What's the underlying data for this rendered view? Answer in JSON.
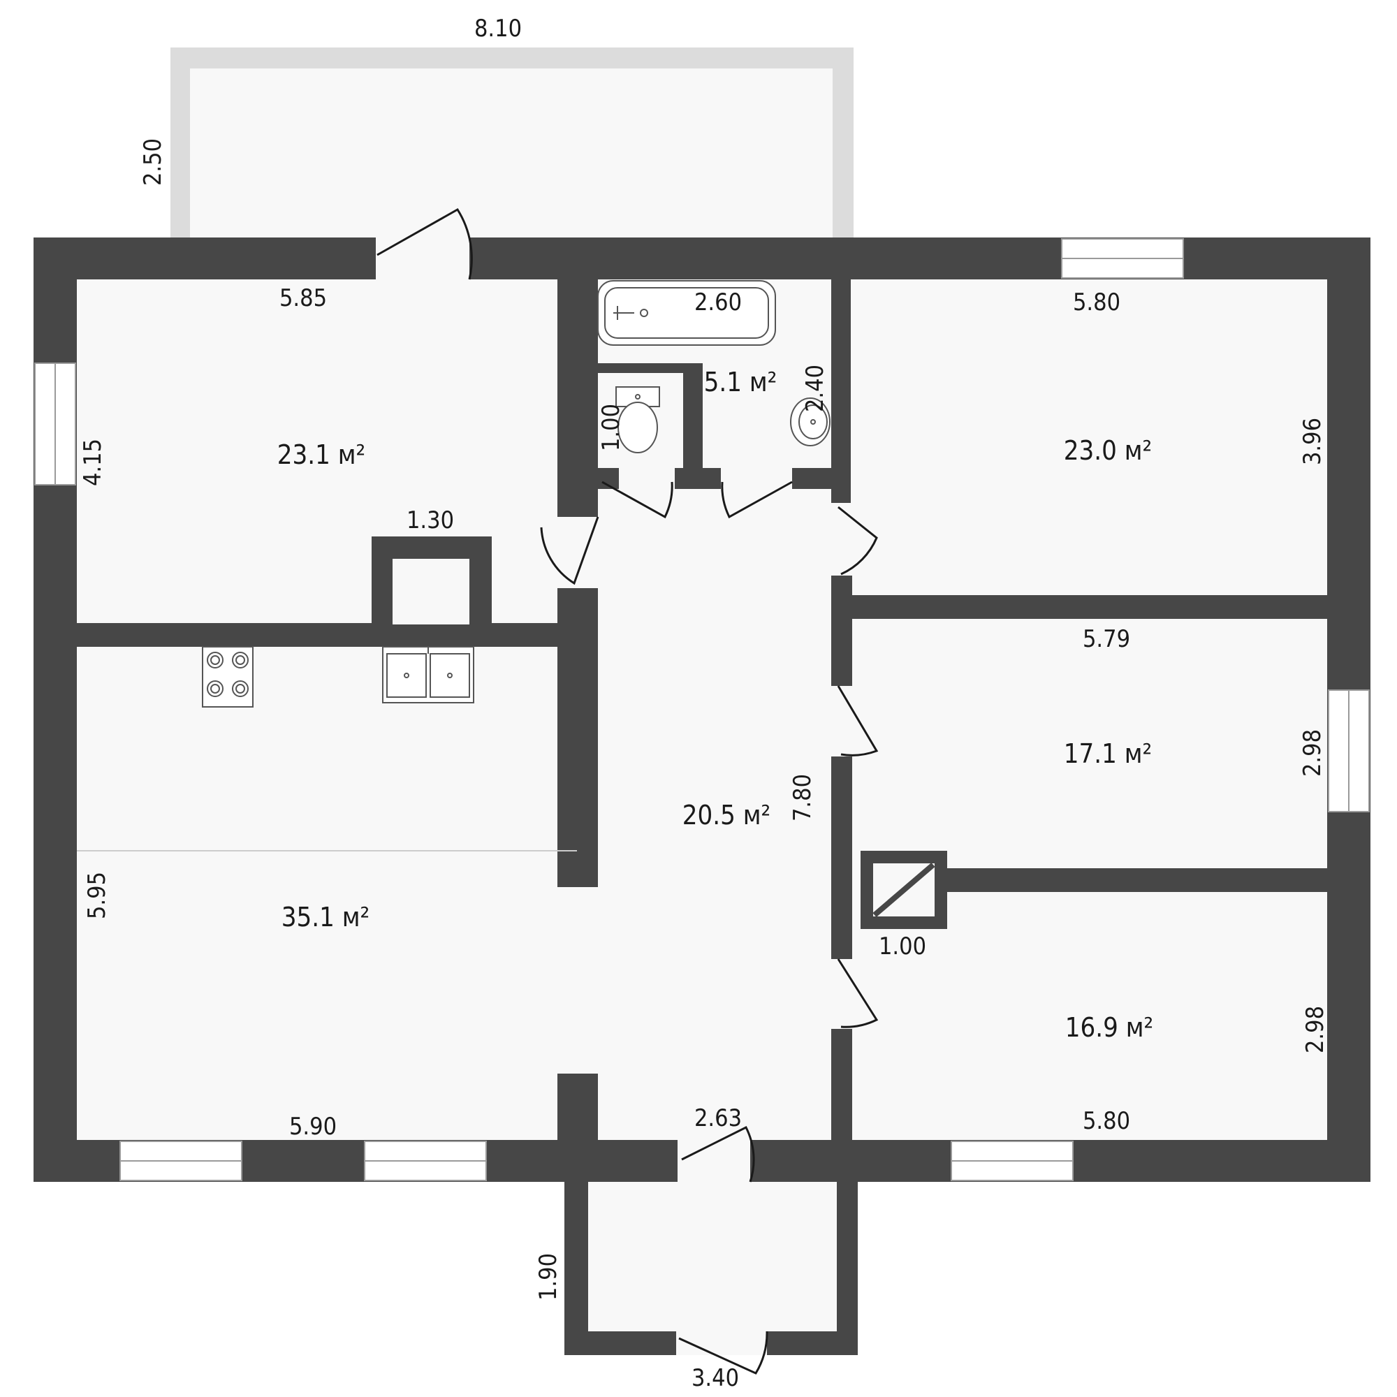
{
  "plan": {
    "dimensions": {
      "balcony_width": "8.10",
      "balcony_depth": "2.50",
      "nw_room_width": "5.85",
      "nw_room_depth": "4.15",
      "chimney_width": "1.30",
      "bath_width": "2.60",
      "bath_depth": "2.40",
      "toilet_width": "1.00",
      "ne_room_width": "5.80",
      "ne_room_depth": "3.96",
      "east_mid_width": "5.79",
      "east_mid_depth": "2.98",
      "hall_length": "7.80",
      "shaft_width": "1.00",
      "se_room_depth": "2.98",
      "kitchen_depth": "5.95",
      "kitchen_width": "5.90",
      "entrance_width": "2.63",
      "se_room_width": "5.80",
      "porch_depth": "1.90",
      "porch_width": "3.40"
    },
    "areas": {
      "nw_room": "23.1 м²",
      "bathroom": "5.1 м²",
      "ne_room": "23.0 м²",
      "east_mid_room": "17.1 м²",
      "hall": "20.5 м²",
      "kitchen_living": "35.1 м²",
      "se_room": "16.9 м²"
    }
  }
}
